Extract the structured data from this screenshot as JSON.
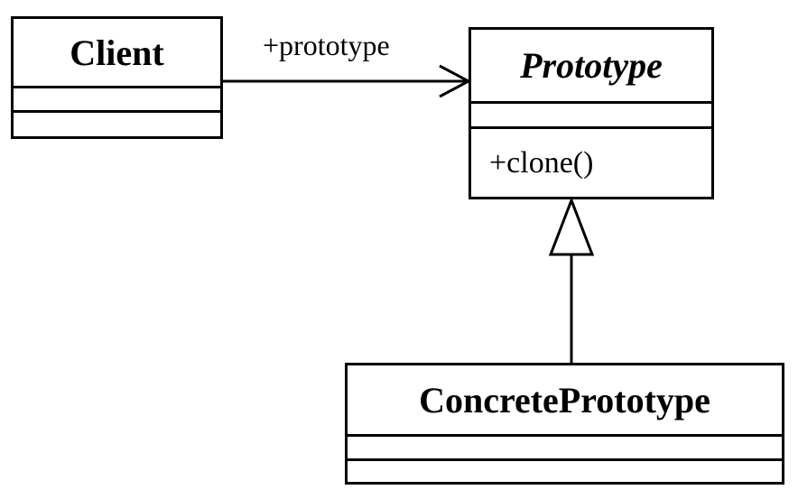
{
  "diagram": {
    "classes": {
      "client": {
        "name": "Client",
        "methods": []
      },
      "prototype": {
        "name": "Prototype",
        "abstract": true,
        "methods": [
          "+clone()"
        ]
      },
      "concrete": {
        "name": "ConcretePrototype",
        "methods": []
      }
    },
    "relations": {
      "association": {
        "from": "Client",
        "to": "Prototype",
        "label": "+prototype"
      },
      "generalization": {
        "from": "ConcretePrototype",
        "to": "Prototype"
      }
    }
  }
}
